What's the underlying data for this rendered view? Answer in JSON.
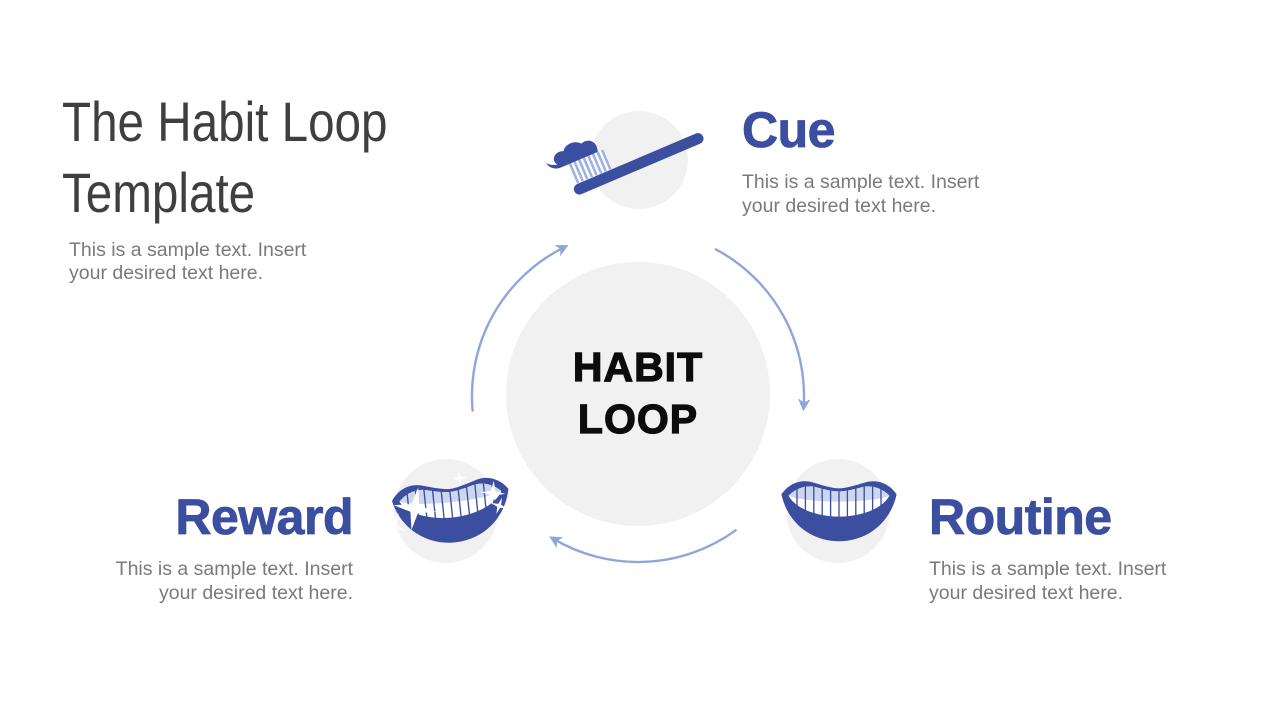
{
  "colors": {
    "icon_blue": "#3b4ea0",
    "accent_blue": "#3b4ea0",
    "arrow_blue": "#8fa6d9",
    "circle_gray": "#f1f1f1",
    "title_gray": "#3f3f3f",
    "body_gray": "#7a7a7a",
    "center_text": "#0c0c0c",
    "bristle_blue": "#9fb2de",
    "teeth_shadow_blue": "#ccd6ee"
  },
  "header": {
    "title_line1": "The Habit Loop",
    "title_line2": "Template",
    "subtitle": "This is a sample text. Insert\nyour desired text here."
  },
  "center": {
    "label": "HABIT\nLOOP"
  },
  "steps": [
    {
      "id": "cue",
      "label": "Cue",
      "description": "This is a sample text. Insert\nyour desired text here.",
      "icon": "toothbrush-icon"
    },
    {
      "id": "routine",
      "label": "Routine",
      "description": "This is a sample text. Insert\nyour desired text here.",
      "icon": "smiling-mouth-icon"
    },
    {
      "id": "reward",
      "label": "Reward",
      "description": "This is a sample text. Insert\nyour desired text here.",
      "icon": "sparkling-smile-icon"
    }
  ]
}
